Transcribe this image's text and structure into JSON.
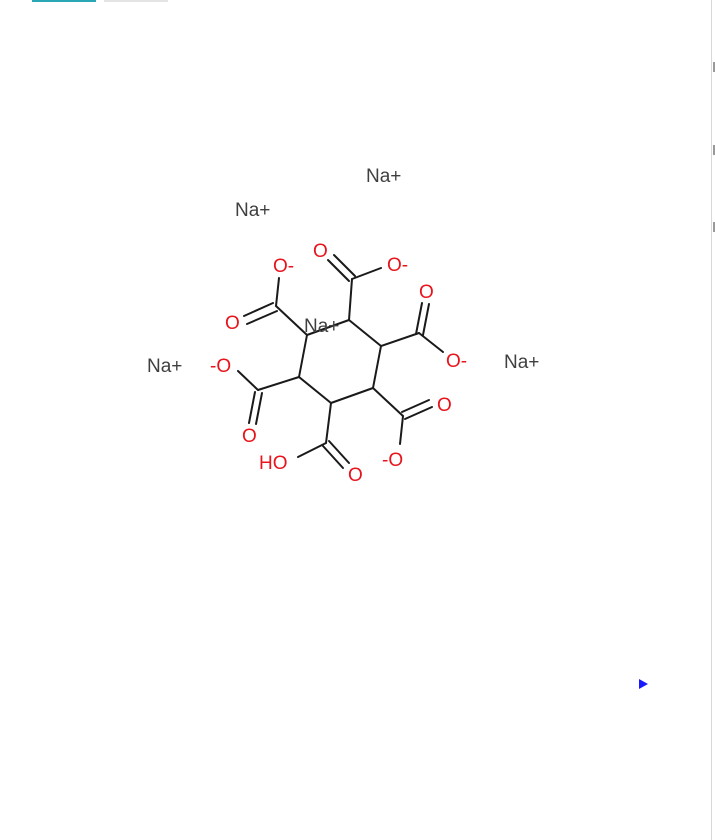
{
  "molecule": {
    "colors": {
      "bond": "#1a1a1a",
      "oxygen": "#e8141c",
      "sodium": "#404040"
    },
    "ions": [
      "Na+",
      "Na+",
      "Na+",
      "Na+",
      "Na+"
    ],
    "oxygen_labels": [
      "O-",
      "O",
      "O",
      "O-",
      "O",
      "O-",
      "O",
      "-O",
      "HO",
      "O",
      "-O",
      "O"
    ]
  },
  "icons": {
    "play": "play-triangle-icon"
  }
}
